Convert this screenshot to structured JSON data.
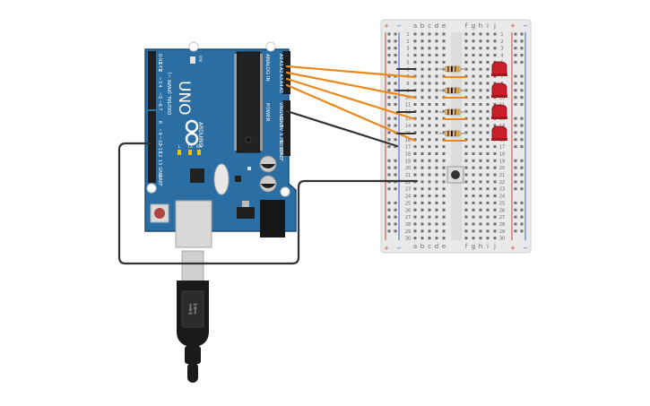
{
  "arduino": {
    "model": "UNO",
    "brand": "ARDUINO",
    "left_header_labels": [
      "0-RX",
      "1-TX",
      "2",
      "~3",
      "4",
      "~5",
      "~6",
      "7",
      "8",
      "~9",
      "~10",
      "~11",
      "12",
      "13",
      "GND",
      "AREF"
    ],
    "left_group_label": "DIGITAL (PWM ~)",
    "right_top_labels": [
      "A0",
      "A1",
      "A2",
      "A3",
      "A4",
      "A5"
    ],
    "right_top_group_label": "ANALOG IN",
    "right_bottom_labels": [
      "VIN",
      "GND",
      "GND",
      "5V",
      "3.3V",
      "RESET",
      "IOREF"
    ],
    "right_bottom_group_label": "POWER",
    "led_labels": [
      "L",
      "TX",
      "RX"
    ],
    "on_label": "ON"
  },
  "breadboard": {
    "column_letters_left": [
      "a",
      "b",
      "c",
      "d",
      "e"
    ],
    "column_letters_right": [
      "f",
      "g",
      "h",
      "i",
      "j"
    ],
    "row_numbers": [
      "1",
      "2",
      "3",
      "4",
      "5",
      "6",
      "7",
      "8",
      "9",
      "10",
      "11",
      "12",
      "13",
      "14",
      "15",
      "16",
      "17",
      "18",
      "19",
      "20",
      "21",
      "22",
      "23",
      "24",
      "25",
      "26",
      "27",
      "28",
      "29",
      "30"
    ],
    "rail_plus": "+",
    "rail_minus": "−"
  },
  "colors": {
    "board_blue": "#2b6ea3",
    "board_edge": "#1d4e78",
    "wire_orange": "#e8891b",
    "wire_dark": "#333333",
    "led_red": "#c8202a",
    "breadboard": "#e9e9e9",
    "rail_red": "#d63a3a",
    "rail_blue": "#3a5fd6",
    "cable_black": "#1a1a1a"
  }
}
